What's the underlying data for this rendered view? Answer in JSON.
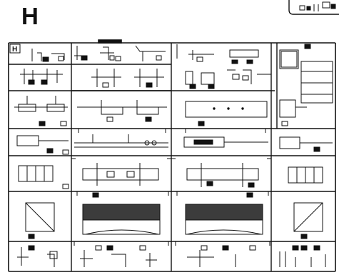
{
  "sheet": {
    "heading": "H",
    "frame_tag": "H"
  },
  "palette": {
    "ink": "#111111",
    "paper": "#ffffff",
    "plate_fill": "#3c3c3c"
  },
  "icons": {
    "corner_fragment": "sprue-frame-fragment",
    "gate": "sprue-gate-icon"
  }
}
